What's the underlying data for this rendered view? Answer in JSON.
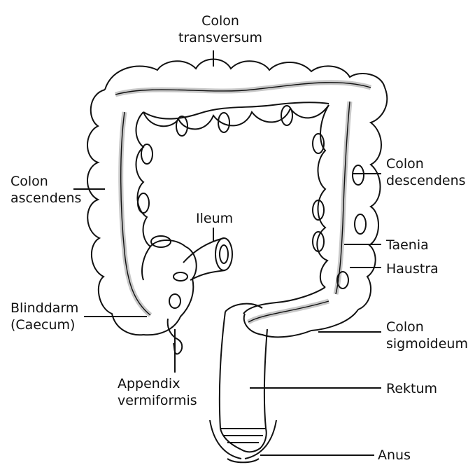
{
  "labels": {
    "colon_transversum": [
      "Colon",
      "transversum"
    ],
    "colon_ascendens": [
      "Colon",
      "ascendens"
    ],
    "colon_descendens": [
      "Colon",
      "descendens"
    ],
    "ileum": [
      "Ileum"
    ],
    "taenia": [
      "Taenia"
    ],
    "haustra": [
      "Haustra"
    ],
    "blinddarm": [
      "Blinddarm",
      "(Caecum)"
    ],
    "colon_sigmoideum": [
      "Colon",
      "sigmoideum"
    ],
    "appendix": [
      "Appendix",
      "vermiformis"
    ],
    "rektum": [
      "Rektum"
    ],
    "anus": [
      "Anus"
    ]
  },
  "colors": {
    "line": "#111111",
    "taenia_fill": "#c8c8c8",
    "bg": "#ffffff"
  }
}
